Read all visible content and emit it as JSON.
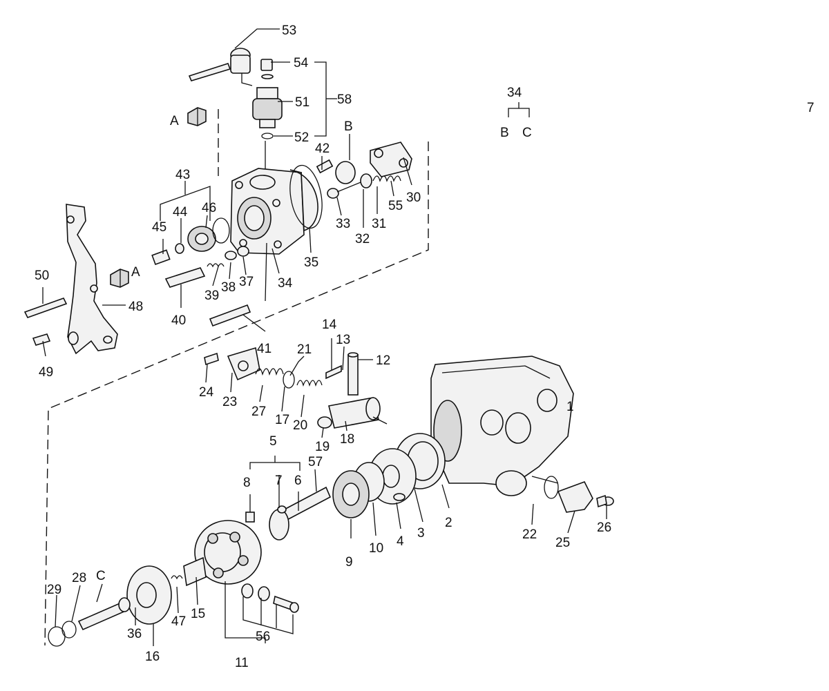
{
  "figure_number": "7",
  "legend": {
    "parent": "34",
    "children": [
      "B",
      "C"
    ]
  },
  "view_markers": [
    "A",
    "A"
  ],
  "section_markers": [
    "B",
    "C"
  ],
  "callouts": [
    "1",
    "2",
    "3",
    "4",
    "5",
    "6",
    "7",
    "8",
    "9",
    "10",
    "11",
    "12",
    "13",
    "14",
    "15",
    "16",
    "17",
    "18",
    "19",
    "20",
    "21",
    "22",
    "23",
    "24",
    "25",
    "26",
    "27",
    "28",
    "29",
    "30",
    "31",
    "32",
    "33",
    "34",
    "35",
    "36",
    "37",
    "38",
    "39",
    "40",
    "41",
    "42",
    "43",
    "44",
    "45",
    "46",
    "47",
    "48",
    "49",
    "50",
    "51",
    "52",
    "53",
    "54",
    "55",
    "56",
    "57",
    "58"
  ]
}
